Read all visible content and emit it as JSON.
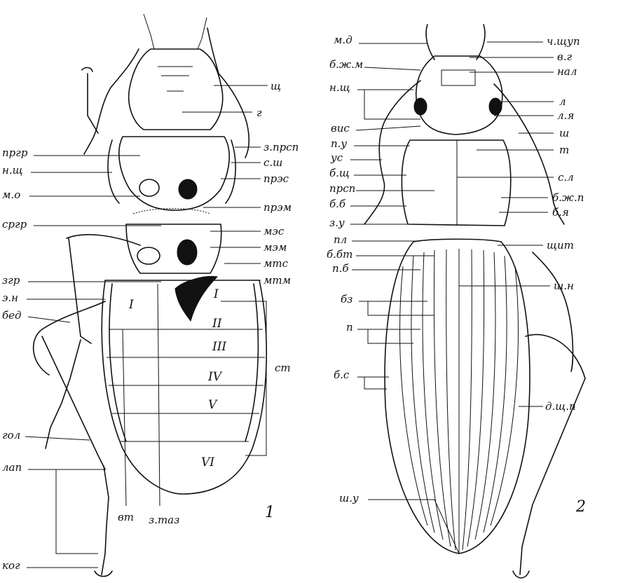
{
  "figure1": {
    "number": "1",
    "labels": {
      "shch": "щ",
      "g": "г",
      "zprsp": "з.прсп",
      "ssh": "с.ш",
      "prgr": "пргр",
      "nshch": "н.щ",
      "pres": "прэс",
      "mo": "м.о",
      "prem": "прэм",
      "srgr": "сргр",
      "mes": "мэс",
      "mem": "мэм",
      "mts": "мтс",
      "zgr": "згр",
      "mtm": "мтм",
      "en": "э.н",
      "bed": "бед",
      "st": "ст",
      "gol": "гол",
      "lap": "лап",
      "vt": "вт",
      "ztaz": "з.таз",
      "kog": "ког"
    },
    "segments": [
      "I",
      "I",
      "II",
      "III",
      "IV",
      "V",
      "VI"
    ]
  },
  "figure2": {
    "number": "2",
    "labels": {
      "md": "м.д",
      "chshchup": "ч.щуп",
      "vg": "в.г",
      "bzhm": "б.ж.м",
      "nal": "нал",
      "nshch": "н.щ",
      "l": "л",
      "lya": "л.я",
      "vis": "вис",
      "sh": "ш",
      "pu": "п.у",
      "t": "т",
      "us": "ус",
      "sl": "с.л",
      "bshch": "б.щ",
      "prsp": "прсп",
      "bzhp": "б.ж.п",
      "bb": "б.б",
      "bya": "б.я",
      "zu": "з.у",
      "pl": "пл",
      "shchit": "щит",
      "bbt": "б.бт",
      "pb": "п.б",
      "shn": "ш.н",
      "bz": "бз",
      "p": "п",
      "bs": "б.с",
      "dshchp": "д.щ.п",
      "shu": "ш.у"
    }
  }
}
